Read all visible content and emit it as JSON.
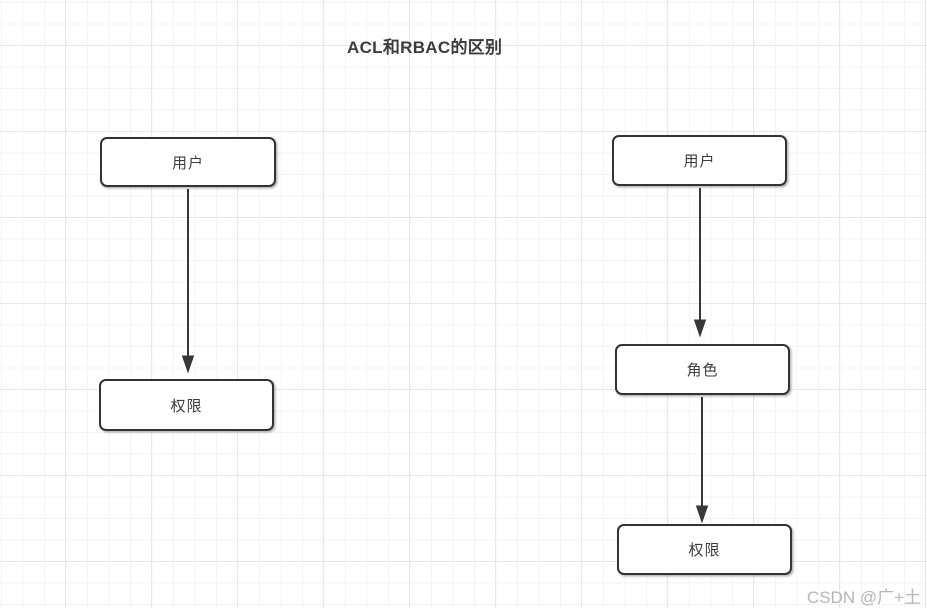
{
  "title": "ACL和RBAC的区别",
  "watermark": "CSDN @广+土",
  "colors": {
    "background": "#ffffff",
    "grid_minor": "#f4f4f4",
    "grid_major": "#e7e7e7",
    "node_border": "#333333",
    "node_fill": "#ffffff",
    "node_text": "#3d3d3d",
    "arrow": "#383838",
    "title_text": "#3c3c3c",
    "watermark_text": "#b6b6b6"
  },
  "diagrams": {
    "acl": {
      "name": "ACL",
      "nodes": [
        {
          "label": "用户"
        },
        {
          "label": "权限"
        }
      ],
      "edges": [
        {
          "from": "用户",
          "to": "权限"
        }
      ]
    },
    "rbac": {
      "name": "RBAC",
      "nodes": [
        {
          "label": "用户"
        },
        {
          "label": "角色"
        },
        {
          "label": "权限"
        }
      ],
      "edges": [
        {
          "from": "用户",
          "to": "角色"
        },
        {
          "from": "角色",
          "to": "权限"
        }
      ]
    }
  }
}
